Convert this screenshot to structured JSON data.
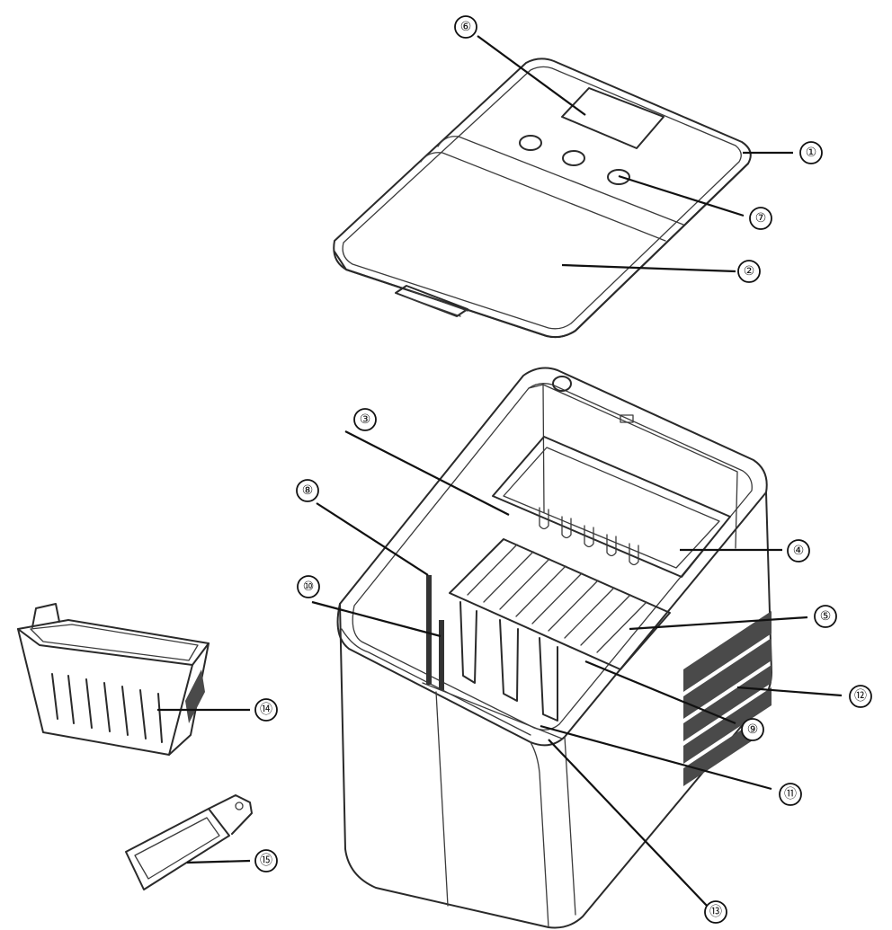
{
  "diagram": {
    "callouts": [
      {
        "id": "c1",
        "label": "①"
      },
      {
        "id": "c2",
        "label": "②"
      },
      {
        "id": "c3",
        "label": "③"
      },
      {
        "id": "c4",
        "label": "④"
      },
      {
        "id": "c5",
        "label": "⑤"
      },
      {
        "id": "c6",
        "label": "⑥"
      },
      {
        "id": "c7",
        "label": "⑦"
      },
      {
        "id": "c8",
        "label": "⑧"
      },
      {
        "id": "c9",
        "label": "⑨"
      },
      {
        "id": "c10",
        "label": "⑩"
      },
      {
        "id": "c11",
        "label": "⑪"
      },
      {
        "id": "c12",
        "label": "⑫"
      },
      {
        "id": "c13",
        "label": "⑬"
      },
      {
        "id": "c14",
        "label": "⑭"
      },
      {
        "id": "c15",
        "label": "⑮"
      }
    ]
  }
}
